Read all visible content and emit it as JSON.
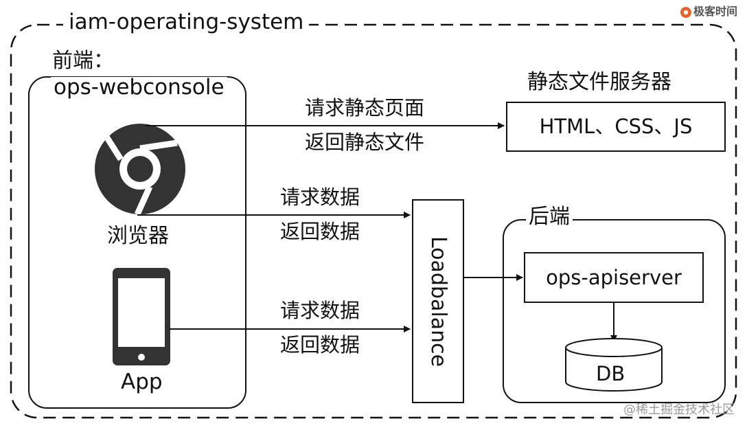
{
  "outer": {
    "title": "iam-operating-system"
  },
  "frontend": {
    "title_line1": "前端：",
    "title_line2": "ops-webconsole",
    "browser_label": "浏览器",
    "app_label": "App"
  },
  "static_server": {
    "title": "静态文件服务器",
    "content": "HTML、CSS、JS"
  },
  "arrows": {
    "static_request": "请求静态页面",
    "static_response": "返回静态文件",
    "browser_request": "请求数据",
    "browser_response": "返回数据",
    "app_request": "请求数据",
    "app_response": "返回数据"
  },
  "loadbalancer": {
    "label": "Loadbalance"
  },
  "backend": {
    "title": "后端",
    "apiserver": "ops-apiserver",
    "db": "DB"
  },
  "branding": {
    "logo_text": "极客时间",
    "footer": "@稀土掘金技术社区"
  },
  "colors": {
    "stroke": "#111111",
    "icon": "#333333",
    "logo": "#e5642a",
    "watermark": "#b0b0b0"
  }
}
